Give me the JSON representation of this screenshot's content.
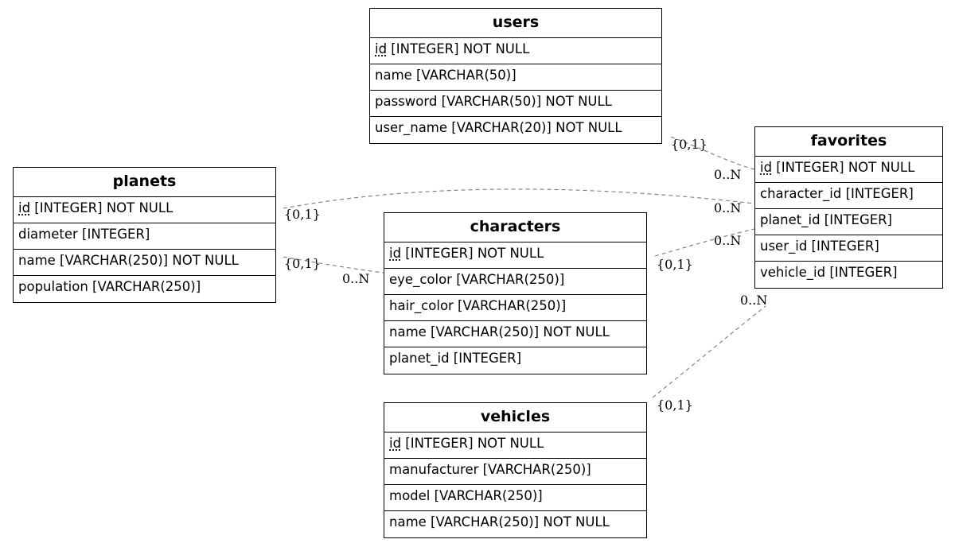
{
  "entities": {
    "users": {
      "title": "users",
      "rows": [
        {
          "pk": "id",
          "rest": " [INTEGER] NOT NULL"
        },
        {
          "text": "name [VARCHAR(50)]"
        },
        {
          "text": "password [VARCHAR(50)] NOT NULL"
        },
        {
          "text": "user_name [VARCHAR(20)] NOT NULL"
        }
      ]
    },
    "planets": {
      "title": "planets",
      "rows": [
        {
          "pk": "id",
          "rest": " [INTEGER] NOT NULL"
        },
        {
          "text": "diameter [INTEGER]"
        },
        {
          "text": "name [VARCHAR(250)] NOT NULL"
        },
        {
          "text": "population [VARCHAR(250)]"
        }
      ]
    },
    "characters": {
      "title": "characters",
      "rows": [
        {
          "pk": "id",
          "rest": " [INTEGER] NOT NULL"
        },
        {
          "text": "eye_color [VARCHAR(250)]"
        },
        {
          "text": "hair_color [VARCHAR(250)]"
        },
        {
          "text": "name [VARCHAR(250)] NOT NULL"
        },
        {
          "text": "planet_id [INTEGER]"
        }
      ]
    },
    "vehicles": {
      "title": "vehicles",
      "rows": [
        {
          "pk": "id",
          "rest": " [INTEGER] NOT NULL"
        },
        {
          "text": "manufacturer [VARCHAR(250)]"
        },
        {
          "text": "model [VARCHAR(250)]"
        },
        {
          "text": "name [VARCHAR(250)] NOT NULL"
        }
      ]
    },
    "favorites": {
      "title": "favorites",
      "rows": [
        {
          "pk": "id",
          "rest": " [INTEGER] NOT NULL"
        },
        {
          "text": "character_id [INTEGER]"
        },
        {
          "text": "planet_id [INTEGER]"
        },
        {
          "text": "user_id [INTEGER]"
        },
        {
          "text": "vehicle_id [INTEGER]"
        }
      ]
    }
  },
  "relationships": [
    {
      "id": "users-favorites",
      "one": "{0,1}",
      "many": "0..N"
    },
    {
      "id": "planets-favorites",
      "one": "{0,1}",
      "many": "0..N"
    },
    {
      "id": "characters-favorites",
      "one": "{0,1}",
      "many": "0..N"
    },
    {
      "id": "planets-characters",
      "one": "{0,1}",
      "many": "0..N"
    },
    {
      "id": "vehicles-favorites",
      "one": "{0,1}",
      "many": "0..N"
    }
  ]
}
